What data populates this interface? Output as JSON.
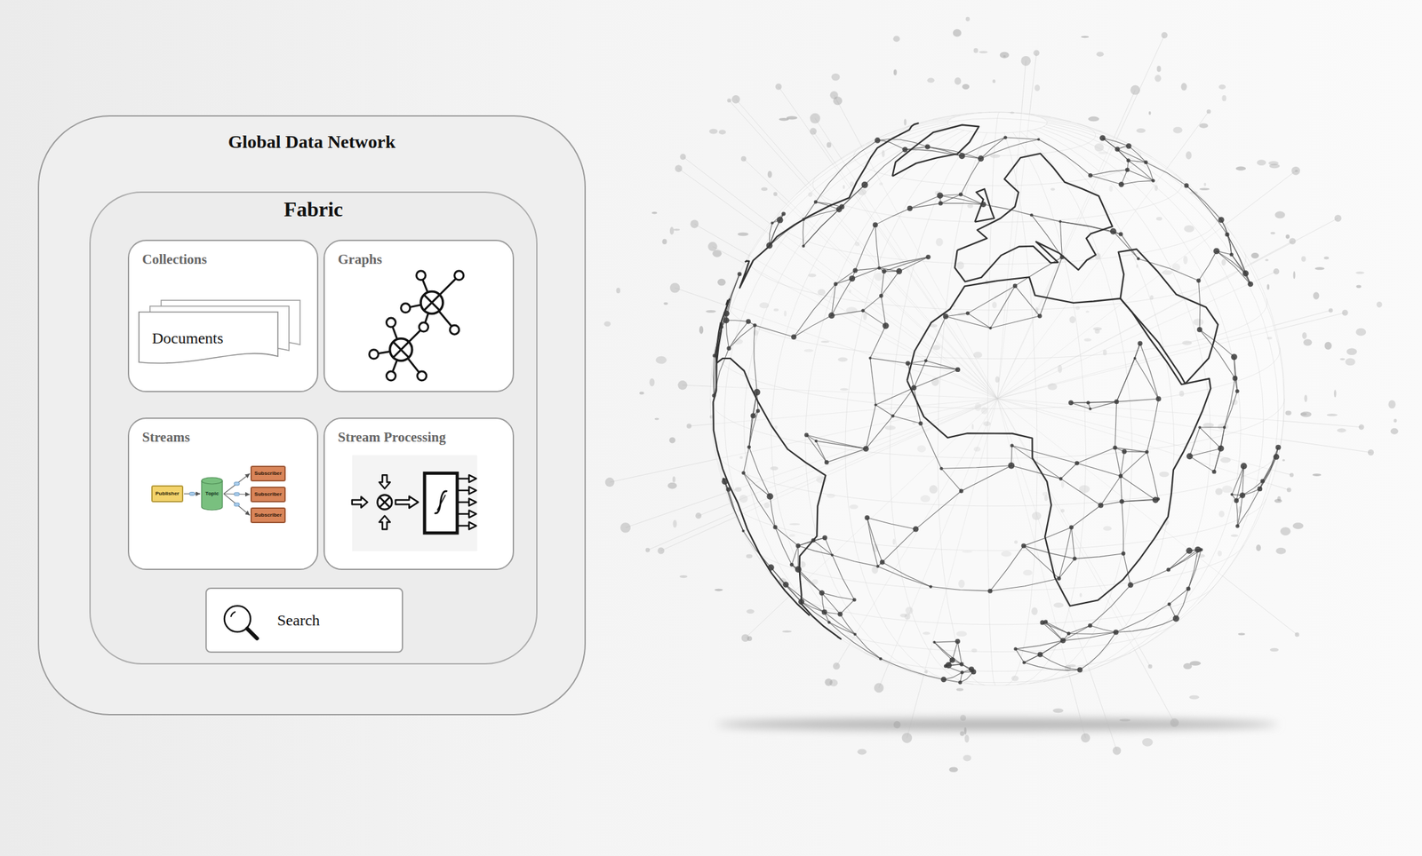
{
  "diagram": {
    "nodes": [
      {
        "text": [
          "Global Data Network"
        ]
      },
      {
        "text": [
          "Fabric"
        ],
        "in": 0
      },
      {
        "text": [
          "Collections"
        ],
        "in": 1
      },
      {
        "text": [
          "Documents"
        ],
        "in": 2
      },
      {
        "text": [
          "Graphs"
        ],
        "in": 1
      },
      {
        "text": [
          "Streams"
        ],
        "in": 1
      },
      {
        "text": [
          "Publisher"
        ],
        "in": 5
      },
      {
        "text": [
          "Topic"
        ],
        "in": 5
      },
      {
        "text": [
          "Subscriber"
        ],
        "in": 5
      },
      {
        "text": [
          "Subscriber"
        ],
        "in": 5
      },
      {
        "text": [
          "Subscriber"
        ],
        "in": 5
      },
      {
        "text": [
          "Stream Processing"
        ],
        "in": 1
      },
      {
        "text": [
          "Search"
        ],
        "in": 1
      }
    ],
    "edges": [
      {
        "from": 6,
        "to": 7,
        "arrow": "to"
      },
      {
        "from": 7,
        "to": 8,
        "arrow": "to"
      },
      {
        "from": 7,
        "to": 9,
        "arrow": "to"
      },
      {
        "from": 7,
        "to": 10,
        "arrow": "to"
      }
    ]
  }
}
